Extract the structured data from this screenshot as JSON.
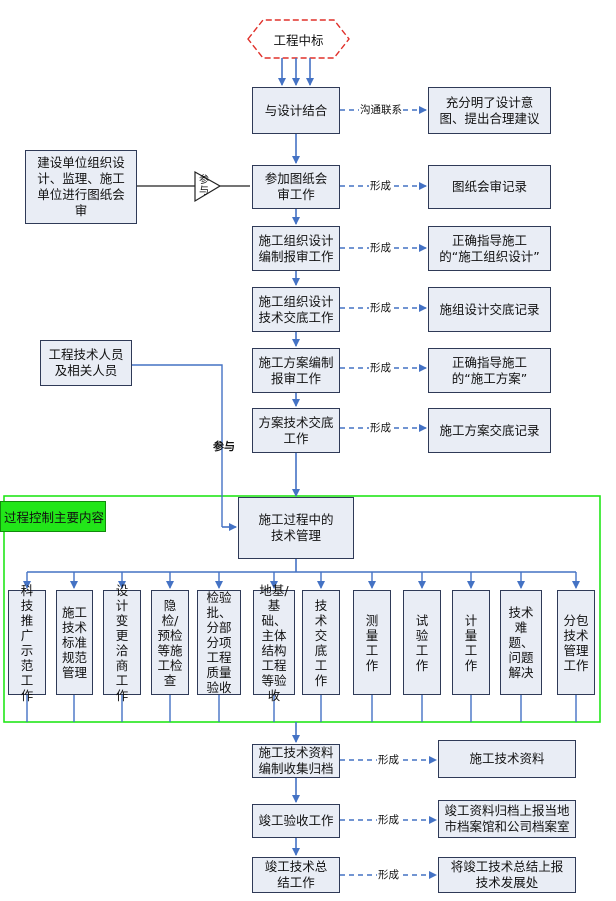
{
  "start": "工程中标",
  "input_left": "建设单位组织设计、监理、施工单位进行图纸会审",
  "participant_left": "工程技术人员及相关人员",
  "participate_label": "参与",
  "triangle_label": "参与",
  "section_tag": "过程控制主要内容",
  "steps": [
    {
      "name": "与设计结合",
      "relation": "沟通联系",
      "result": "充分明了设计意图、提出合理建议"
    },
    {
      "name": "参加图纸会审工作",
      "relation": "形成",
      "result": "图纸会审记录"
    },
    {
      "name": "施工组织设计编制报审工作",
      "relation": "形成",
      "result": "正确指导施工的“施工组织设计”"
    },
    {
      "name": "施工组织设计技术交底工作",
      "relation": "形成",
      "result": "施组设计交底记录"
    },
    {
      "name": "施工方案编制报审工作",
      "relation": "形成",
      "result": "正确指导施工的“施工方案”"
    },
    {
      "name": "方案技术交底工作",
      "relation": "形成",
      "result": "施工方案交底记录"
    }
  ],
  "process_center": "施工过程中的技术管理",
  "sub_items": [
    "科技推广示范工作",
    "施工技术标准规范管理",
    "设计变更洽商工作",
    "隐检/预检等施工检查",
    "检验批、分部分项工程质量验收",
    "地基/基础、主体结构工程等验收",
    "技术交底工作",
    "测量工作",
    "试验工作",
    "计量工作",
    "技术难题、问题解决",
    "分包技术管理工作"
  ],
  "final_steps": [
    {
      "name": "施工技术资料编制收集归档",
      "relation": "形成",
      "result": "施工技术资料"
    },
    {
      "name": "竣工验收工作",
      "relation": "形成",
      "result": "竣工资料归档上报当地市档案馆和公司档案室"
    },
    {
      "name": "竣工技术总结工作",
      "relation": "形成",
      "result": "将竣工技术总结上报技术发展处"
    }
  ],
  "colors": {
    "box_fill": "#e9edf5",
    "box_border": "#2f3a57",
    "arrow": "#4472c4",
    "green": "#22e619",
    "hex_border": "#e0302a"
  }
}
